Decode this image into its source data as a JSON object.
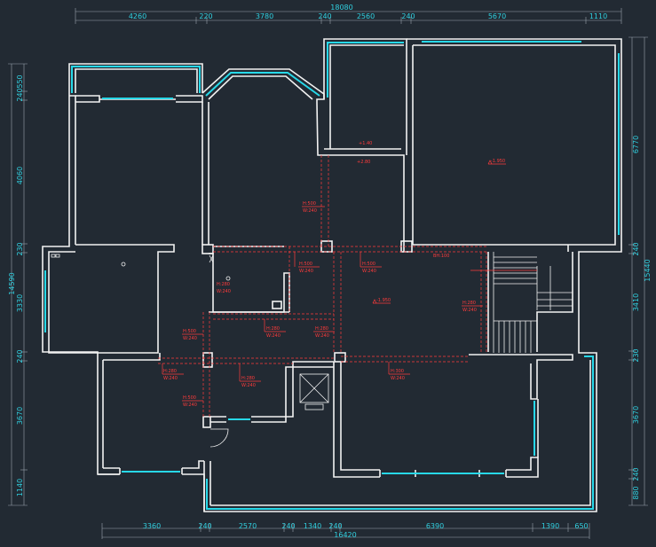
{
  "dimensions": {
    "top_total": "18080",
    "top": [
      "4260",
      "220",
      "3780",
      "240",
      "2560",
      "240",
      "5670",
      "1110"
    ],
    "bottom_total": "16420",
    "bottom": [
      "3360",
      "240",
      "2570",
      "240",
      "1340",
      "240",
      "6390",
      "1390",
      "650"
    ],
    "left_total": "14590",
    "left": [
      "550",
      "240",
      "4060",
      "230",
      "3330",
      "240",
      "3670",
      "1140"
    ],
    "right_total": "15440",
    "right": [
      "6770",
      "240",
      "3410",
      "230",
      "3670",
      "240",
      "880"
    ]
  },
  "beam_labels": [
    {
      "line1": "H:500",
      "line2": "W:240"
    },
    {
      "line1": "H:500",
      "line2": "W:240"
    },
    {
      "line1": "H:500",
      "line2": "W:240"
    },
    {
      "line1": "H:280",
      "line2": "W:240"
    },
    {
      "line1": "H:280",
      "line2": "W:240"
    },
    {
      "line1": "H:280",
      "line2": "W:240"
    },
    {
      "line1": "H:500",
      "line2": "W:240"
    },
    {
      "line1": "H:280",
      "line2": "W:240"
    },
    {
      "line1": "H:280",
      "line2": "W:240"
    },
    {
      "line1": "H:300",
      "line2": "W:240"
    },
    {
      "line1": "H:500",
      "line2": "W:240"
    },
    {
      "line1": "H:280",
      "line2": "W:240"
    }
  ],
  "level_marks": [
    "-1.950",
    "-1.950"
  ],
  "small_texts": [
    "+1.40",
    "+2.80",
    "BH:100"
  ],
  "colors": {
    "background": "#222a33",
    "wall": "#f2f2f2",
    "window": "#27d8e8",
    "dimension_text": "#31d0e0",
    "beam": "#ff3b3b"
  },
  "icons": [
    "elevator-shaft-icon",
    "door-swing-icon",
    "stair-icon"
  ]
}
